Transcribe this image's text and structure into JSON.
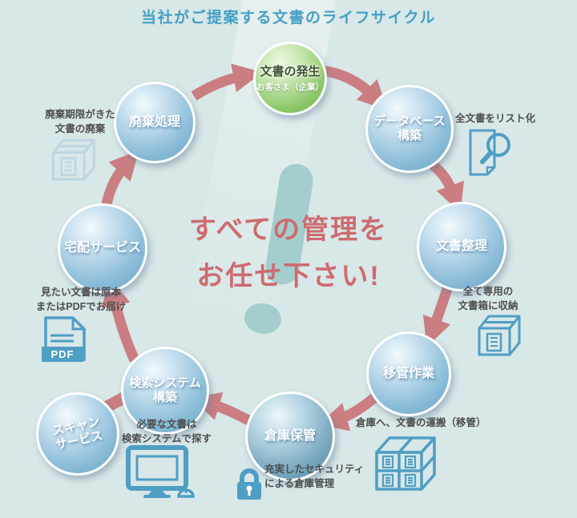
{
  "title": "当社がご提案する文書のライフサイクル",
  "center_message": {
    "line1": "すべての管理を",
    "line2": "お任せ下さい!"
  },
  "nodes": [
    {
      "label": "文書の発生",
      "sublabel": "お客さま（企業）"
    },
    {
      "label": "データベース",
      "label2": "構築"
    },
    {
      "label": "文書整理"
    },
    {
      "label": "移管作業"
    },
    {
      "label": "倉庫保管"
    },
    {
      "label": "検索システム",
      "label2": "構築"
    },
    {
      "label": "スキャン",
      "label2": "サービス"
    },
    {
      "label": "宅配サービス"
    },
    {
      "label": "廃棄処理"
    }
  ],
  "annotations": [
    {
      "icon": "document-search-icon",
      "lines": [
        "全文書をリスト化"
      ]
    },
    {
      "icon": "storage-box-icon",
      "lines": [
        "全て専用の",
        "文書箱に収納"
      ]
    },
    {
      "icon": "warehouse-shelf-icon",
      "lines": [
        "倉庫へ、文書の運搬（移管）"
      ]
    },
    {
      "icon": "lock-icon",
      "lines": [
        "充実したセキュリティ",
        "による倉庫管理"
      ]
    },
    {
      "icon": "computer-icon",
      "lines": [
        "必要な文書は",
        "検索システムで探す"
      ]
    },
    {
      "icon": "pdf-document-icon",
      "lines": [
        "見たい文書は原本",
        "またはPDFでお届け"
      ],
      "badge": "PDF"
    },
    {
      "icon": "disposal-box-icon",
      "lines": [
        "廃棄期限がきた",
        "文書の廃棄"
      ]
    }
  ],
  "colors": {
    "background": "#d8e7e7",
    "title_blue": "#45a0c6",
    "accent_red": "#cd6b70",
    "arrow_rose": "#ca7e82",
    "node_blue": "#66a0c2",
    "node_green": "#6fb24e",
    "icon_blue": "#4f9ec4",
    "exclamation_teal": "#a3cecd"
  }
}
